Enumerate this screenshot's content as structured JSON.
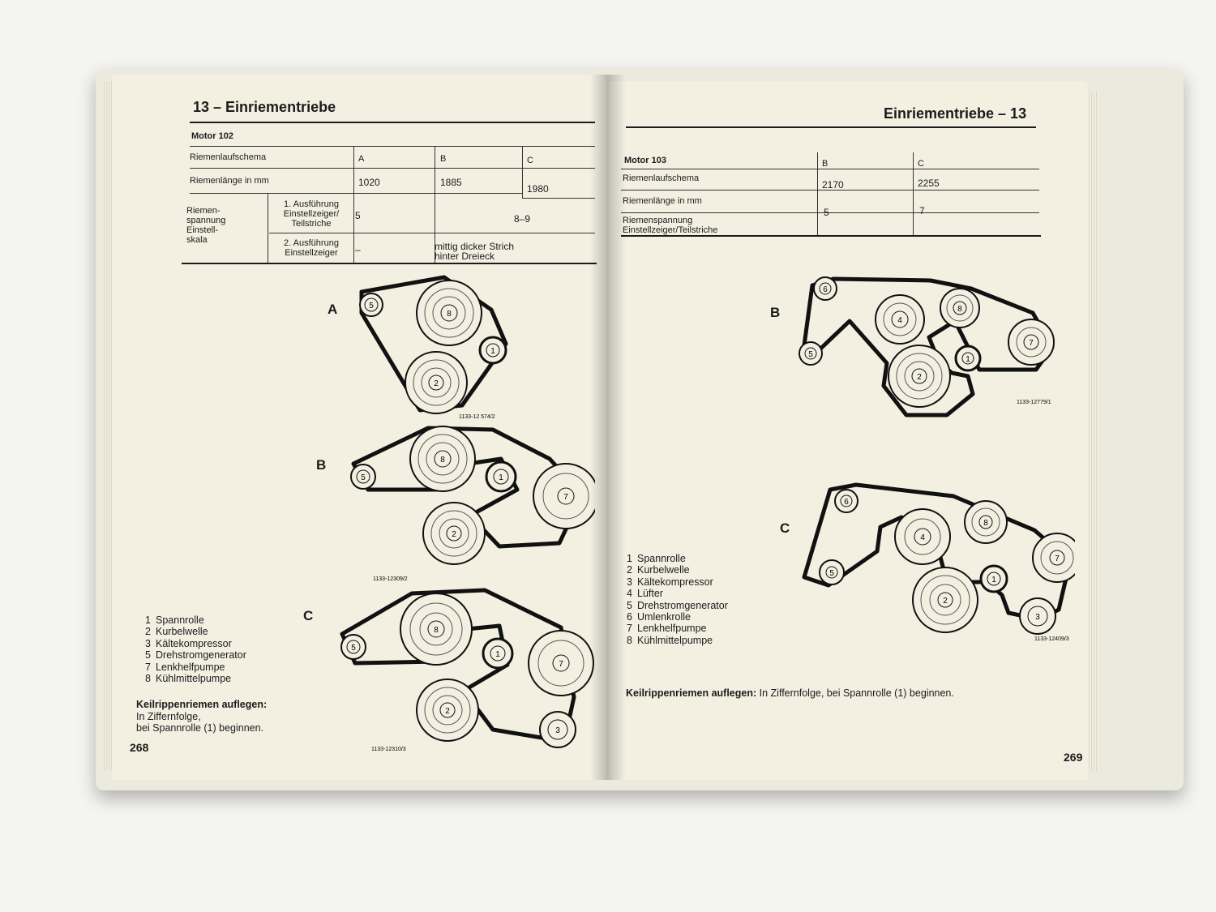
{
  "left_page": {
    "header": "13 – Einriementriebe",
    "table": {
      "title": "Motor 102",
      "rows": [
        {
          "label": "Riemenlaufschema",
          "a": "A",
          "b": "B",
          "c": "C"
        },
        {
          "label": "Riemenlänge in mm",
          "a": "1020",
          "b": "1885",
          "c": "1980"
        }
      ],
      "tension_label": "Riemen-\nspannung\nEinstell-\nskala",
      "tension_rows": [
        {
          "label": "1. Ausführung\nEinstellzeiger/\nTeilstriche",
          "a": "5",
          "bc": "8–9"
        },
        {
          "label": "2. Ausführung\nEinstellzeiger",
          "a": "–",
          "bc": "mittig dicker Strich\nhinter Dreieck"
        }
      ]
    },
    "diagrams": [
      {
        "label": "A",
        "ref": "1133-12 574/2"
      },
      {
        "label": "B",
        "ref": "1133-12309/2"
      },
      {
        "label": "C",
        "ref": "1133-12310/3"
      }
    ],
    "legend": [
      {
        "num": "1",
        "text": "Spannrolle"
      },
      {
        "num": "2",
        "text": "Kurbelwelle"
      },
      {
        "num": "3",
        "text": "Kältekompressor"
      },
      {
        "num": "5",
        "text": "Drehstromgenerator"
      },
      {
        "num": "7",
        "text": "Lenkhelfpumpe"
      },
      {
        "num": "8",
        "text": "Kühlmittelpumpe"
      }
    ],
    "note_bold": "Keilrippenriemen auflegen:",
    "note_text": "In Ziffernfolge,\nbei Spannrolle (1) beginnen.",
    "page_number": "268"
  },
  "right_page": {
    "header": "Einriementriebe – 13",
    "table": {
      "title": "Motor 103",
      "rows": [
        {
          "label": "Riemenlaufschema",
          "b": "B",
          "c": "C"
        },
        {
          "label": "Riemenlänge in mm",
          "b": "2170",
          "c": "2255"
        },
        {
          "label": "Riemenspannung\nEinstellzeiger/Teilstriche",
          "b": "5",
          "c": "7"
        }
      ]
    },
    "diagrams": [
      {
        "label": "B",
        "ref": "1133-12779/1"
      },
      {
        "label": "C",
        "ref": "1133-12409/3"
      }
    ],
    "legend": [
      {
        "num": "1",
        "text": "Spannrolle"
      },
      {
        "num": "2",
        "text": "Kurbelwelle"
      },
      {
        "num": "3",
        "text": "Kältekompressor"
      },
      {
        "num": "4",
        "text": "Lüfter"
      },
      {
        "num": "5",
        "text": "Drehstromgenerator"
      },
      {
        "num": "6",
        "text": "Umlenkrolle"
      },
      {
        "num": "7",
        "text": "Lenkhelfpumpe"
      },
      {
        "num": "8",
        "text": "Kühlmittelpumpe"
      }
    ],
    "note_bold": "Keilrippenriemen auflegen:",
    "note_text": "In Ziffernfolge, bei Spannrolle (1) beginnen.",
    "page_number": "269"
  }
}
